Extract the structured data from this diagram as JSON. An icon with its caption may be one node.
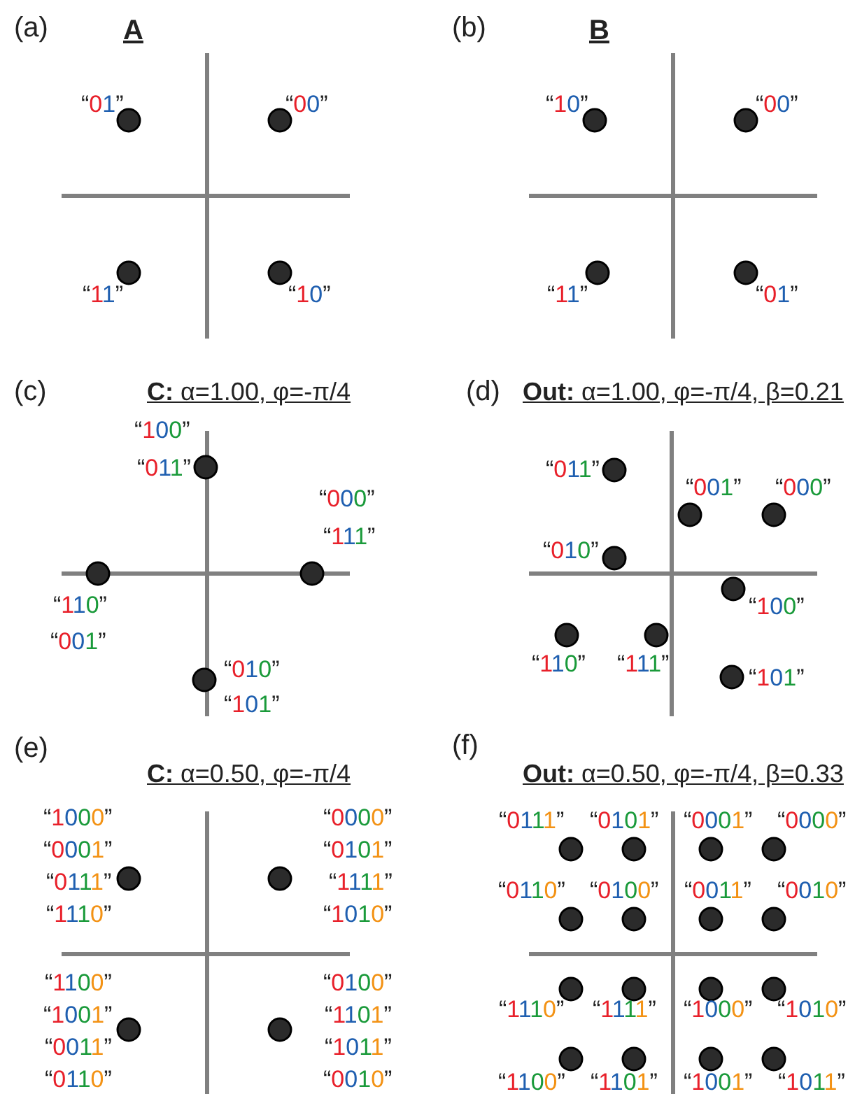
{
  "diagram": {
    "labels": [
      "(a)",
      "A",
      "“01”",
      "“00”",
      "“11”",
      "“10”",
      "(b)",
      "B",
      "“10”",
      "“00”",
      "“11”",
      "“01”",
      "(c)",
      "**C:** α=1.00, φ=-π/4",
      "“100”",
      "“011”",
      "“000”",
      "“111”",
      "“110”",
      "“001”",
      "“010”",
      "“101”",
      "(d)",
      "**Out:** α=1.00, φ=-π/4, β=0.21",
      "“011”",
      "“001”",
      "“000”",
      "“010”",
      "“100”",
      "“110”",
      "“111”",
      "“101”",
      "(e)",
      "**C:** α=0.50, φ=-π/4",
      "“1000”",
      "“0000”",
      "“0001”",
      "“0101”",
      "“0111”",
      "“1111”",
      "“1110”",
      "“1010”",
      "“1100”",
      "“0100”",
      "“1001”",
      "“1101”",
      "“0011”",
      "“1011”",
      "“0110”",
      "“0010”",
      "(f)",
      "**Out:** α=0.50, φ=-π/4, β=0.33",
      "“0111”",
      "“0101”",
      "“0001”",
      "“0000”",
      "“0110”",
      "“0100”",
      "“0011”",
      "“0010”",
      "“1110”",
      "“1111”",
      "“1000”",
      "“1010”",
      "“1100”",
      "“1101”",
      "“1001”",
      "“1011”"
    ]
  }
}
